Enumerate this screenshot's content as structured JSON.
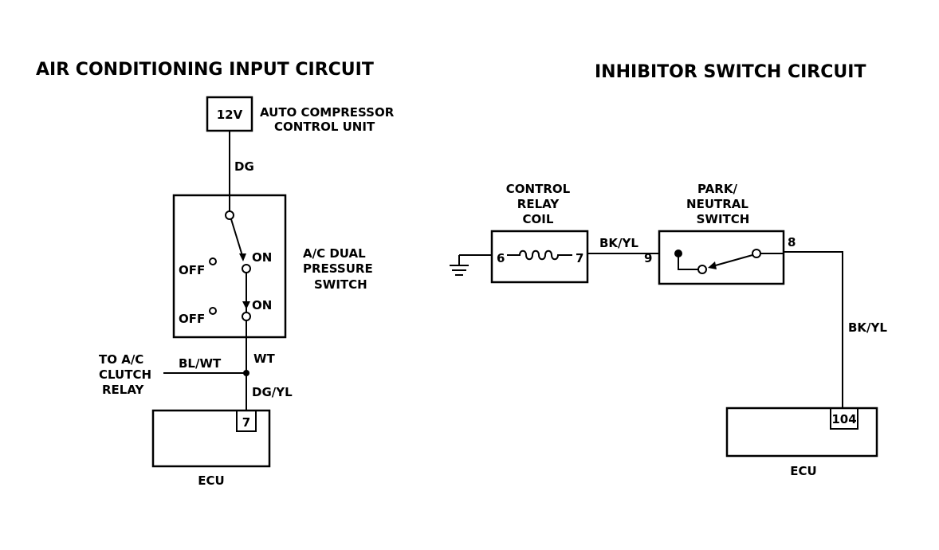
{
  "left": {
    "title": "AIR CONDITIONING INPUT CIRCUIT",
    "supply": {
      "voltage": "12V",
      "label_line1": "AUTO COMPRESSOR",
      "label_line2": "CONTROL UNIT"
    },
    "wire_top": "DG",
    "pressure_switch": {
      "label_line1": "A/C DUAL",
      "label_line2": "PRESSURE",
      "label_line3": "SWITCH",
      "off_1": "OFF",
      "on_1": "ON",
      "off_2": "OFF",
      "on_2": "ON"
    },
    "wire_mid": "WT",
    "clutch_relay": {
      "line1": "TO A/C",
      "line2": "CLUTCH",
      "line3": "RELAY"
    },
    "wire_relay": "BL/WT",
    "wire_bottom": "DG/YL",
    "ecu_pin": "7",
    "ecu_label": "ECU"
  },
  "right": {
    "title": "INHIBITOR SWITCH CIRCUIT",
    "relay": {
      "line1": "CONTROL",
      "line2": "RELAY",
      "line3": "COIL",
      "pin_left": "6",
      "pin_right": "7"
    },
    "wire_relay_switch": "BK/YL",
    "switch": {
      "line1": "PARK/",
      "line2": "NEUTRAL",
      "line3": "SWITCH",
      "pin_left": "9",
      "pin_right": "8"
    },
    "wire_to_ecu": "BK/YL",
    "ecu_pin": "104",
    "ecu_label": "ECU"
  }
}
